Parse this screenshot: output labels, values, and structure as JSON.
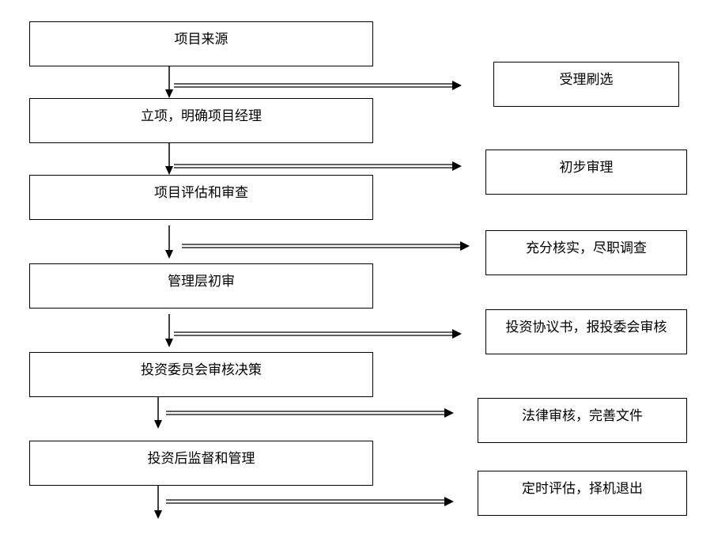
{
  "main_steps": [
    "项目来源",
    "立项，明确项目经理",
    "项目评估和审查",
    "管理层初审",
    "投资委员会审核决策",
    "投资后监督和管理"
  ],
  "side_notes": [
    "受理刷选",
    "初步审理",
    "充分核实，尽职调查",
    "投资协议书，报投委会审核",
    "法律审核，完善文件",
    "定时评估，择机退出"
  ]
}
